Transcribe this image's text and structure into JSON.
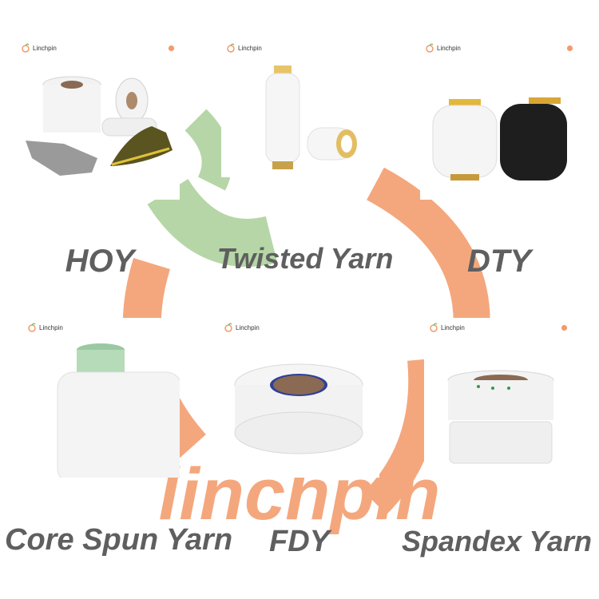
{
  "brand": {
    "name": "Linchpin",
    "accent": "#f29c6b",
    "leaf": "#7fb56a"
  },
  "watermark": {
    "text": "linchpin"
  },
  "products": [
    {
      "id": "hoy",
      "label": "HOY"
    },
    {
      "id": "twisted",
      "label": "Twisted Yarn"
    },
    {
      "id": "dty",
      "label": "DTY"
    },
    {
      "id": "core",
      "label": "Core Spun Yarn"
    },
    {
      "id": "fdy",
      "label": "FDY"
    },
    {
      "id": "spandex",
      "label": "Spandex Yarn"
    }
  ]
}
